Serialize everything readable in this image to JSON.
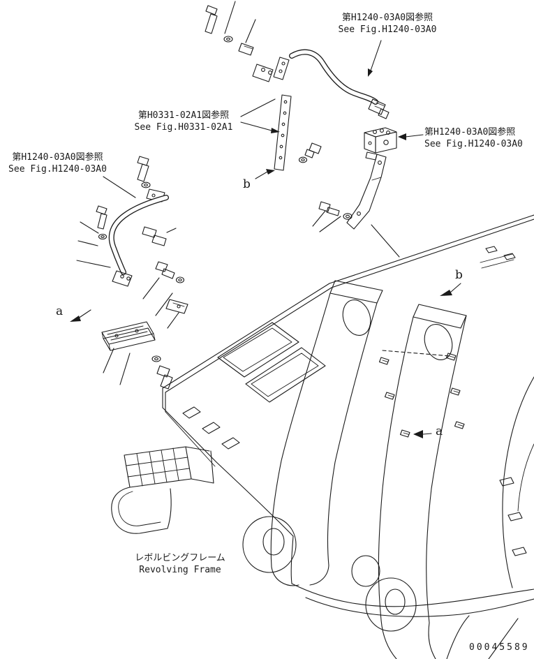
{
  "drawing": {
    "title_jp": "レボルビングフレーム",
    "title_en": "Revolving Frame",
    "part_number": "00045589"
  },
  "references": {
    "top": {
      "jp": "第H1240-03A0図参照",
      "en": "See Fig.H1240-03A0"
    },
    "mid_left": {
      "jp": "第H0331-02A1図参照",
      "en": "See Fig.H0331-02A1"
    },
    "right": {
      "jp": "第H1240-03A0図参照",
      "en": "See Fig.H1240-03A0"
    },
    "left": {
      "jp": "第H1240-03A0図参照",
      "en": "See Fig.H1240-03A0"
    }
  },
  "view_markers": {
    "a": "a",
    "b": "b"
  },
  "colors": {
    "line": "#1a1a1a",
    "background": "#ffffff"
  }
}
